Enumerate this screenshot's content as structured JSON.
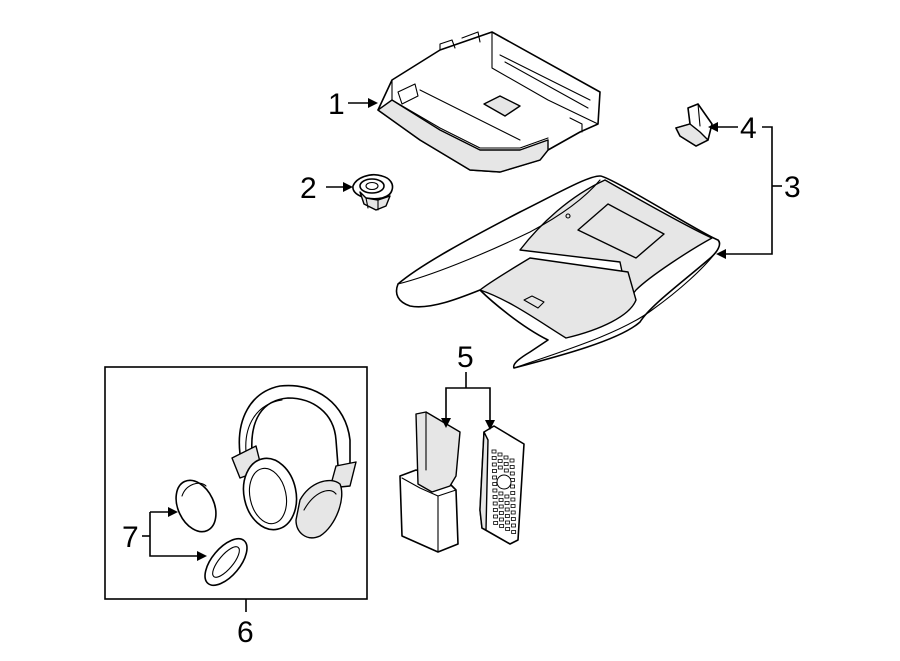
{
  "callouts": {
    "c1": "1",
    "c2": "2",
    "c3": "3",
    "c4": "4",
    "c5": "5",
    "c6": "6",
    "c7": "7"
  },
  "parts": [
    {
      "id": "dvd-player-unit",
      "icon": "dvd-player-unit-icon"
    },
    {
      "id": "nut",
      "icon": "hex-nut-icon"
    },
    {
      "id": "overhead-console-housing",
      "icon": "overhead-console-housing-icon"
    },
    {
      "id": "mounting-bracket",
      "icon": "mounting-bracket-icon"
    },
    {
      "id": "remote-control",
      "icon": "remote-control-icon"
    },
    {
      "id": "remote-holder",
      "icon": "remote-holder-icon"
    },
    {
      "id": "wireless-headphones",
      "icon": "headphones-icon"
    },
    {
      "id": "ear-pad",
      "icon": "ear-pad-icon"
    },
    {
      "id": "ear-cushion",
      "icon": "ear-cushion-icon"
    }
  ],
  "colors": {
    "line": "#000000",
    "background": "#ffffff",
    "shading": "#e6e6e6"
  }
}
